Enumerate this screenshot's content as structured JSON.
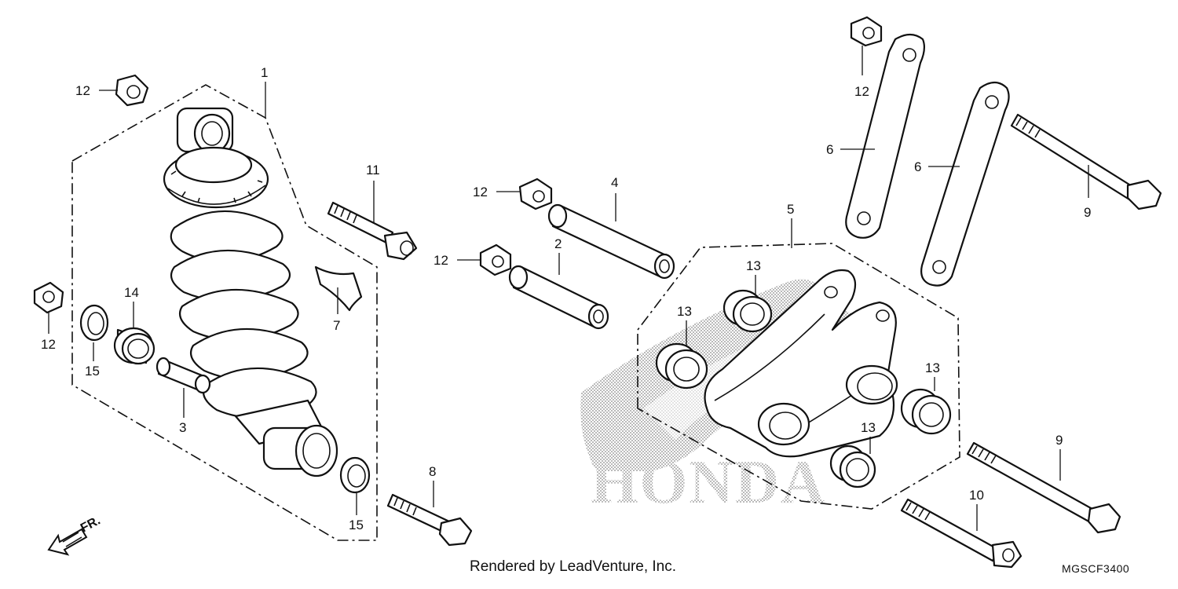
{
  "diagram": {
    "brand_watermark": "HONDA",
    "credit": "Rendered by LeadVenture, Inc.",
    "diagram_code": "MGSCF3400",
    "direction_label": "FR.",
    "callouts": {
      "c1": "1",
      "c2": "2",
      "c3": "3",
      "c4": "4",
      "c5": "5",
      "c6a": "6",
      "c6b": "6",
      "c7": "7",
      "c8": "8",
      "c9a": "9",
      "c9b": "9",
      "c10": "10",
      "c11": "11",
      "c12a": "12",
      "c12b": "12",
      "c12c": "12",
      "c12d": "12",
      "c12e": "12",
      "c13a": "13",
      "c13b": "13",
      "c13c": "13",
      "c13d": "13",
      "c14": "14",
      "c15a": "15",
      "c15b": "15"
    }
  }
}
